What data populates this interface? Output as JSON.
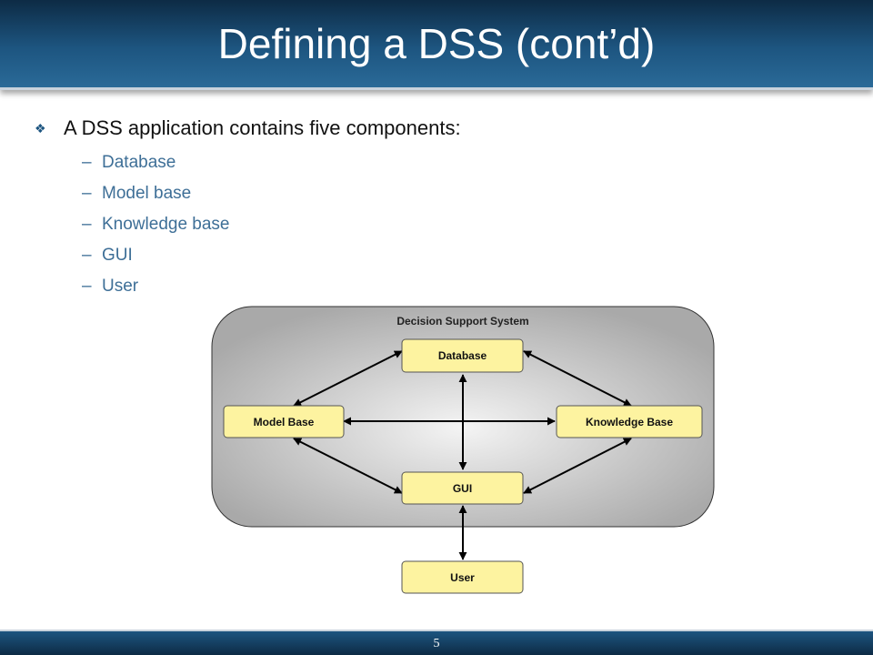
{
  "slide": {
    "title": "Defining a DSS (cont’d)",
    "main_bullet": "A DSS application contains five components:",
    "bullet_icon": "diamond-bullet-icon",
    "sub_items": [
      "Database",
      "Model base",
      "Knowledge base",
      "GUI",
      "User"
    ],
    "page_number": "5"
  },
  "diagram": {
    "container_label": "Decision Support System",
    "nodes": {
      "database": "Database",
      "model_base": "Model Base",
      "knowledge_base": "Knowledge Base",
      "gui": "GUI",
      "user": "User"
    }
  },
  "colors": {
    "title_bar": "#1d5580",
    "node_fill": "#fdf3a0",
    "sub_text": "#3e6f97"
  }
}
